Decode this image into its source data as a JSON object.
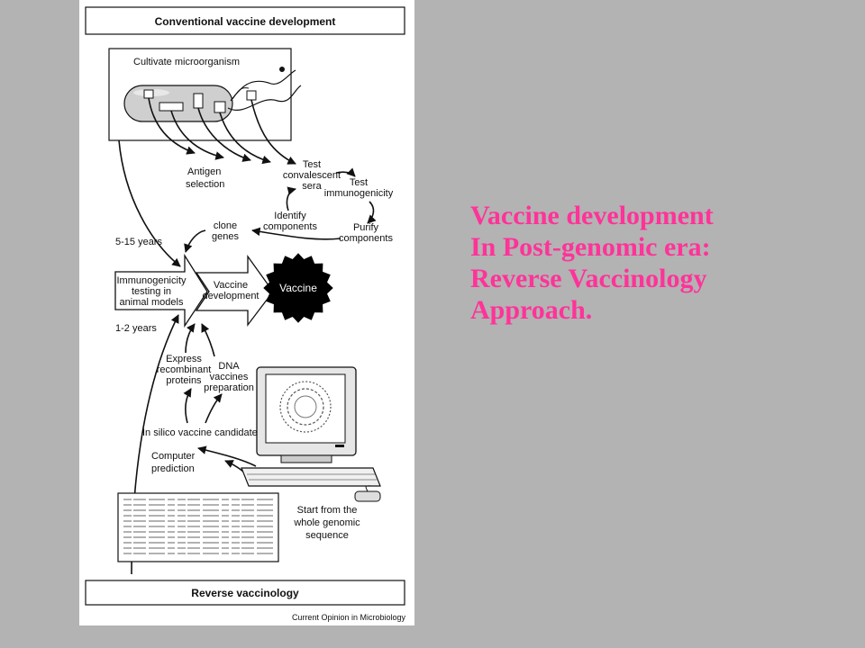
{
  "figure": {
    "top_title": "Conventional vaccine development",
    "bottom_title": "Reverse vaccinology",
    "source": "Current Opinion in Microbiology",
    "cultivate": "Cultivate microorganism",
    "antigen_selection": [
      "Antigen",
      "selection"
    ],
    "test_sera": [
      "Test",
      "convalescent",
      "sera"
    ],
    "test_immuno": [
      "Test",
      "immunogenicity"
    ],
    "identify": [
      "Identify",
      "components"
    ],
    "purify": [
      "Purify",
      "components"
    ],
    "clone_genes": [
      "clone",
      "genes"
    ],
    "years_conventional": "5-15 years",
    "years_reverse": "1-2 years",
    "immuno_testing": [
      "Immunogenicity",
      "testing in",
      "animal models"
    ],
    "vaccine_dev": [
      "Vaccine",
      "development"
    ],
    "vaccine": "Vaccine",
    "express": [
      "Express",
      "recombinant",
      "proteins"
    ],
    "dna_vaccines": [
      "DNA",
      "vaccines",
      "preparation"
    ],
    "in_silico": "In silico vaccine candidates",
    "computer_prediction": [
      "Computer",
      "prediction"
    ],
    "start_genome": [
      "Start from the",
      "whole genomic",
      "sequence"
    ]
  },
  "slide_text": [
    "Vaccine development",
    "In Post-genomic era:",
    "Reverse Vaccinology",
    "Approach."
  ],
  "colors": {
    "background": "#b3b3b3",
    "accent_text": "#ff3399",
    "figure_bg": "#ffffff"
  }
}
